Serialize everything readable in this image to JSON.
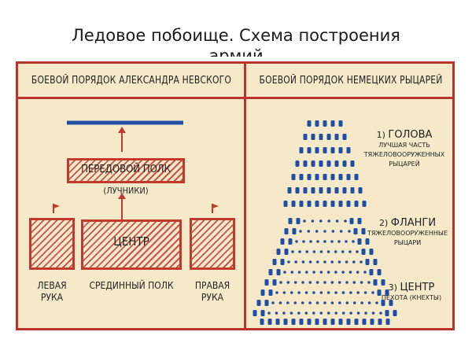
{
  "title_line1": "Ледовое побоище. Схема построения",
  "title_line2": "армий",
  "left": {
    "header": "БОЕВОЙ ПОРЯДОК АЛЕКСАНДРА НЕВСКОГО",
    "vanguard": {
      "name": "ПЕРЕДОВОЙ ПОЛК",
      "note": "(ЛУЧНИКИ)"
    },
    "center": {
      "name": "ЦЕНТР",
      "caption": "СРЕДИННЫЙ ПОЛК"
    },
    "left_wing": {
      "line1": "ЛЕВАЯ",
      "line2": "РУКА"
    },
    "right_wing": {
      "line1": "ПРАВАЯ",
      "line2": "РУКА"
    }
  },
  "right": {
    "header": "БОЕВОЙ ПОРЯДОК НЕМЕЦКИХ РЫЦАРЕЙ",
    "legend": [
      {
        "num": "1)",
        "title": "ГОЛОВА",
        "lines": [
          "ЛУЧШАЯ ЧАСТЬ",
          "ТЯЖЕЛОВООРУЖЕННЫХ",
          "РЫЦАРЕЙ"
        ]
      },
      {
        "num": "2)",
        "title": "ФЛАНГИ",
        "lines": [
          "ТЯЖЕЛОВООРУЖЕННЫЕ",
          "РЫЦАРИ"
        ]
      },
      {
        "num": "3)",
        "title": "ЦЕНТР",
        "lines": [
          "ПЕХОТА (КНЕХТЫ)"
        ]
      }
    ]
  },
  "colors": {
    "red": "#c23a2e",
    "blue": "#1f4fa3",
    "paper": "#f5e9c9"
  }
}
